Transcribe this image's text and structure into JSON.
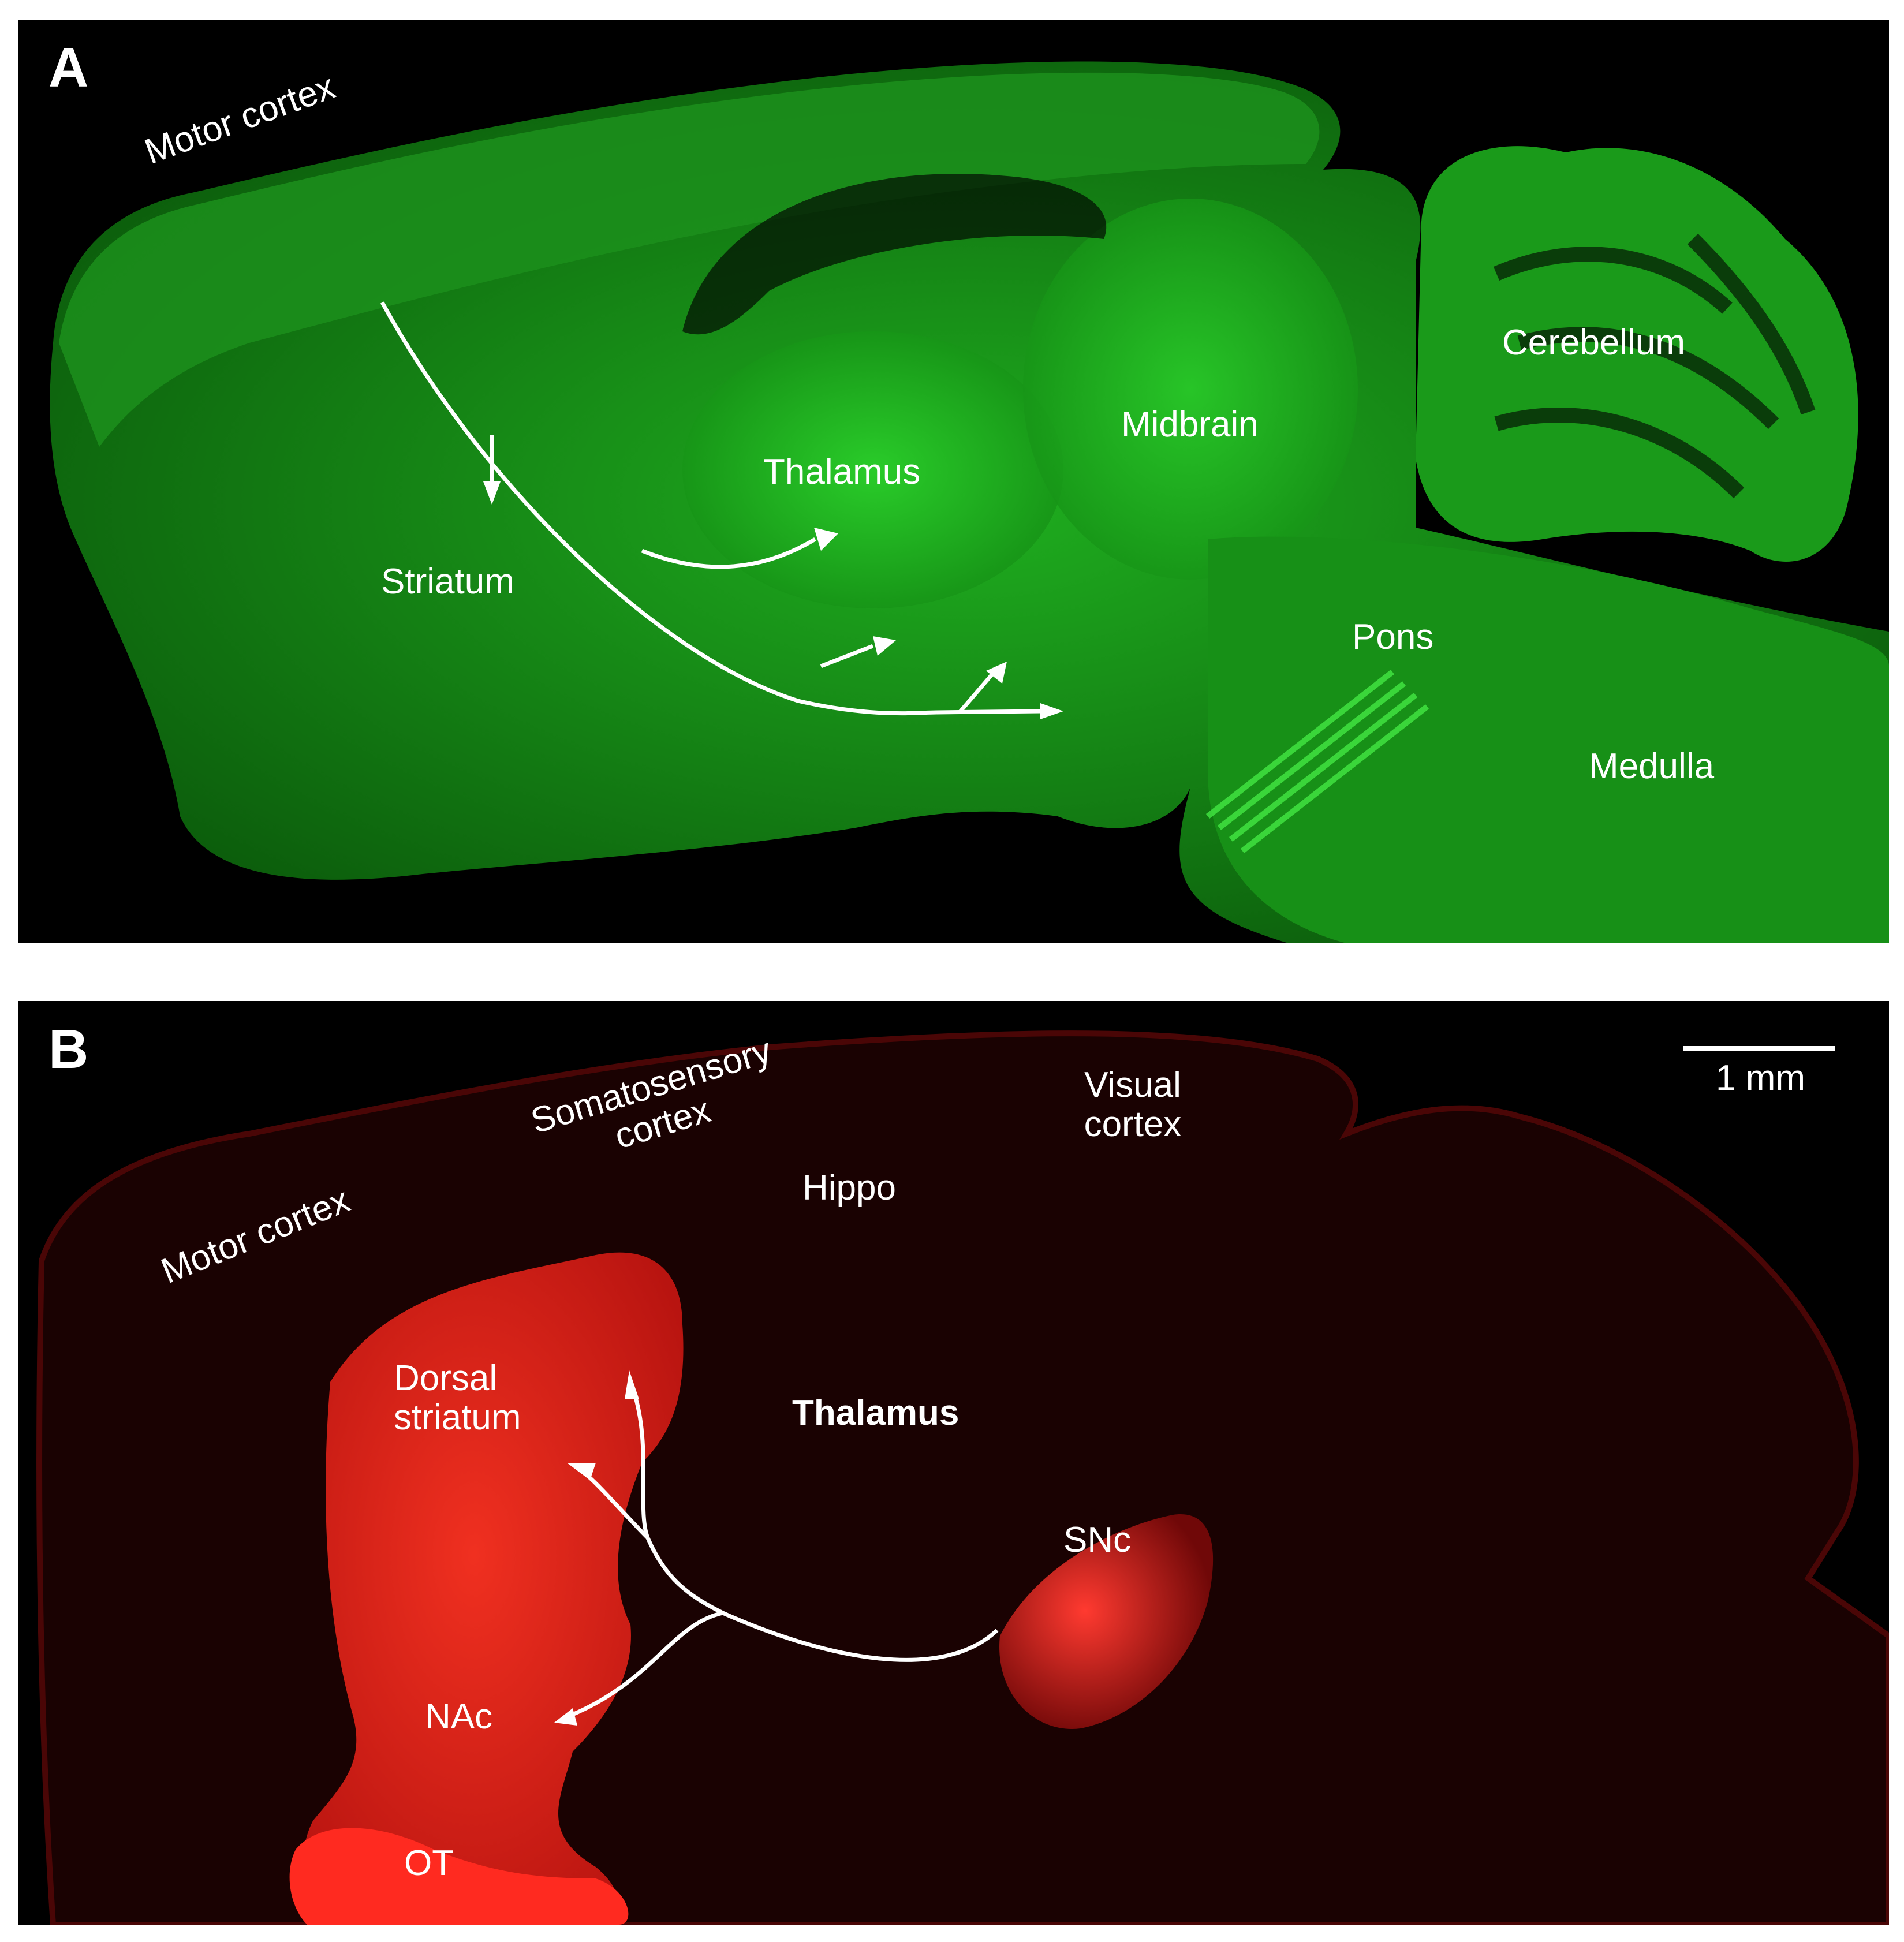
{
  "figure": {
    "background": "#ffffff",
    "panel_background": "#000000"
  },
  "panel_a": {
    "letter": "A",
    "stain_color": "#2fd12f",
    "labels": {
      "motor_cortex": "Motor cortex",
      "thalamus": "Thalamus",
      "midbrain": "Midbrain",
      "cerebellum": "Cerebellum",
      "striatum": "Striatum",
      "pons": "Pons",
      "medulla": "Medulla"
    }
  },
  "panel_b": {
    "letter": "B",
    "stain_color": "#e8221a",
    "labels": {
      "motor_cortex": "Motor cortex",
      "somatosensory_1": "Somatosensory",
      "somatosensory_2": "cortex",
      "visual_1": "Visual",
      "visual_2": "cortex",
      "hippo": "Hippo",
      "thalamus": "Thalamus",
      "dorsal_1": "Dorsal",
      "dorsal_2": "striatum",
      "snc": "SNc",
      "nac": "NAc",
      "ot": "OT"
    },
    "scale_bar": {
      "label": "1 mm"
    }
  }
}
